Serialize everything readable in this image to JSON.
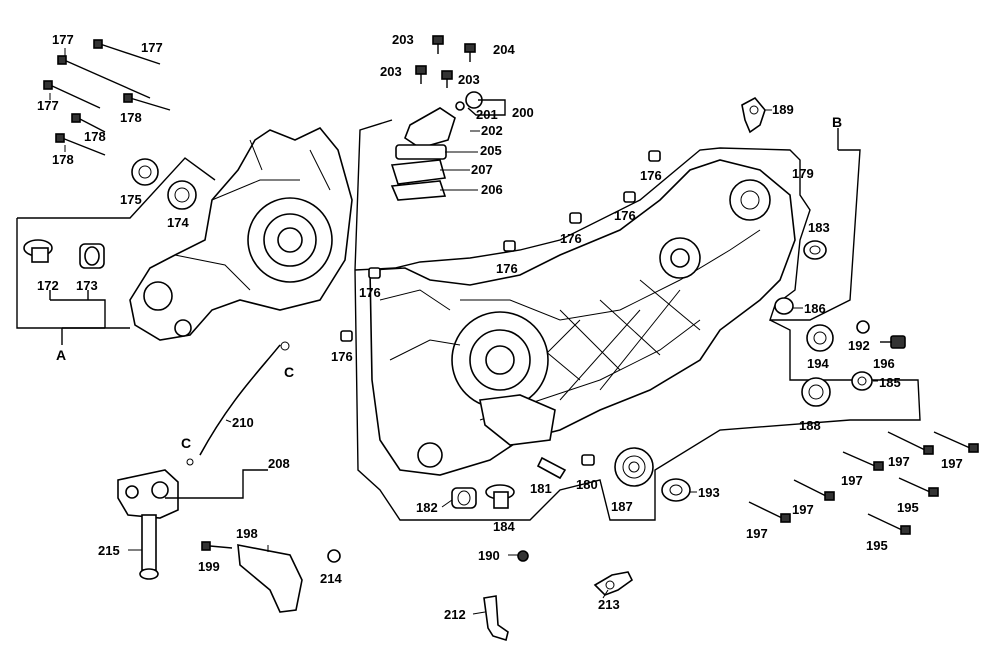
{
  "labels": {
    "p172": "172",
    "p173": "173",
    "p174": "174",
    "p175": "175",
    "p176a": "176",
    "p176b": "176",
    "p176c": "176",
    "p176d": "176",
    "p176e": "176",
    "p176f": "176",
    "p177a": "177",
    "p177b": "177",
    "p177c": "177",
    "p178a": "178",
    "p178b": "178",
    "p178c": "178",
    "p179": "179",
    "p180": "180",
    "p181": "181",
    "p182": "182",
    "p183": "183",
    "p184": "184",
    "p185": "185",
    "p186": "186",
    "p187": "187",
    "p188": "188",
    "p189": "189",
    "p190": "190",
    "p192": "192",
    "p193": "193",
    "p194": "194",
    "p195a": "195",
    "p195b": "195",
    "p196": "196",
    "p197a": "197",
    "p197b": "197",
    "p197c": "197",
    "p197d": "197",
    "p197e": "197",
    "p198": "198",
    "p199": "199",
    "p200": "200",
    "p201": "201",
    "p202": "202",
    "p203a": "203",
    "p203b": "203",
    "p203c": "203",
    "p204": "204",
    "p205": "205",
    "p206": "206",
    "p207": "207",
    "p208": "208",
    "p210": "210",
    "p212": "212",
    "p213": "213",
    "p214": "214",
    "p215": "215",
    "gA": "A",
    "gB": "B",
    "gC1": "C",
    "gC2": "C"
  }
}
